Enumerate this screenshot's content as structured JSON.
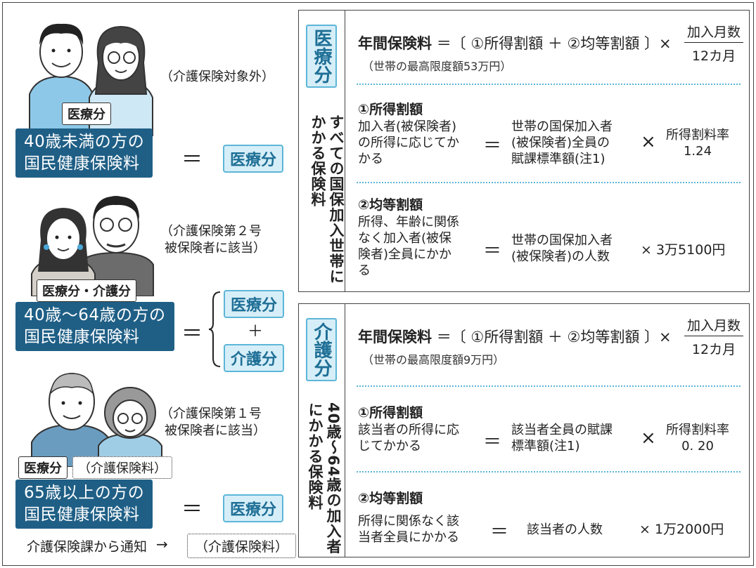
{
  "left": {
    "under40": {
      "tag": "医療分",
      "title_l1": "40歳未満の方の",
      "title_l2": "国民健康保険料",
      "note": "（介護保険対象外）",
      "eq": "＝",
      "result": "医療分"
    },
    "from40to64": {
      "tag": "医療分・介護分",
      "title_l1": "40歳〜64歳の方の",
      "title_l2": "国民健康保険料",
      "note_l1": "（介護保険第２号",
      "note_l2": "被保険者に該当）",
      "eq": "＝",
      "result1": "医療分",
      "plus": "＋",
      "result2": "介護分"
    },
    "over65": {
      "tag1": "医療分",
      "tag2": "（介護保険料）",
      "title_l1": "65歳以上の方の",
      "title_l2": "国民健康保険料",
      "note_l1": "（介護保険第１号",
      "note_l2": "被保険者に該当）",
      "eq": "＝",
      "result": "医療分",
      "notify": "介護保険課から通知",
      "arrow": "→",
      "notify_box": "（介護保険料）"
    }
  },
  "medical": {
    "label": "医療分",
    "vertical_text": "すべての国保加入世帯にかかる保険料",
    "formula_main": "年間保険料",
    "formula_body": "＝〔 ①所得割額 ＋ ②均等割額 〕×",
    "frac_top": "加入月数",
    "frac_bot": "12カ月",
    "limit": "（世帯の最高限度額53万円）",
    "s1_head": "①所得割額",
    "s1_a1": "加入者(被保険者)",
    "s1_a2": "の所得に応じてか",
    "s1_a3": "かる",
    "s1_eq": "＝",
    "s1_b1": "世帯の国保加入者",
    "s1_b2": "(被保険者)全員の",
    "s1_b3": "賦課標準額(注1)",
    "s1_x": "×",
    "s1_c1": "所得割料率",
    "s1_c2": "1.24",
    "s2_head": "②均等割額",
    "s2_a1": "所得、年齢に関係",
    "s2_a2": "なく加入者(被保",
    "s2_a3": "険者)全員にかか",
    "s2_a4": "る",
    "s2_eq": "＝",
    "s2_b1": "世帯の国保加入者",
    "s2_b2": "(被保険者)の人数",
    "s2_c": "× 3万5100円"
  },
  "care": {
    "label": "介護分",
    "vertical_text": "40歳〜64歳の加入者にかかる保険料",
    "formula_main": "年間保険料",
    "formula_body": "＝〔 ①所得割額 ＋ ②均等割額 〕×",
    "frac_top": "加入月数",
    "frac_bot": "12カ月",
    "limit": "（世帯の最高限度額9万円）",
    "s1_head": "①所得割額",
    "s1_a1": "該当者の所得に応",
    "s1_a2": "じてかかる",
    "s1_eq": "＝",
    "s1_b1": "該当者全員の賦課",
    "s1_b2": "標準額(注1)",
    "s1_x": "×",
    "s1_c1": "所得割料率",
    "s1_c2": "0. 20",
    "s2_head": "②均等割額",
    "s2_a1": "所得に関係なく該",
    "s2_a2": "当者全員にかかる",
    "s2_eq": "＝",
    "s2_b": "該当者の人数",
    "s2_c": "× 1万2000円"
  },
  "colors": {
    "dark_blue": "#1f5f86",
    "light_blue_fill": "#d6eef8",
    "light_blue_border": "#5cb6d8",
    "text_blue": "#1f6f96"
  }
}
